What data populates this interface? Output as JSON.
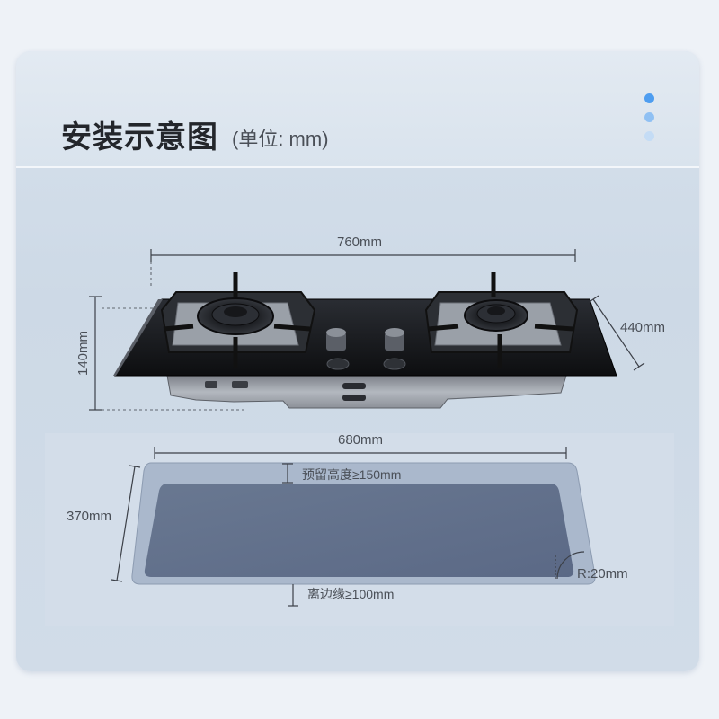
{
  "header": {
    "title": "安装示意图",
    "unit": "(单位: mm)"
  },
  "pagination": {
    "dots": 3,
    "active_index": 0
  },
  "hob_dimensions": {
    "width": "760mm",
    "depth": "440mm",
    "height": "140mm"
  },
  "cutout_dimensions": {
    "width": "680mm",
    "depth": "370mm",
    "reserved_height": "预留高度≥150mm",
    "edge_distance": "离边缘≥100mm",
    "corner_radius": "R:20mm"
  },
  "colors": {
    "background": "#eef2f7",
    "card": "#d1dce8",
    "cutout": "#63728e",
    "glass": "#17191d",
    "steel": "#9ea3ab",
    "accent_dot": "#4e9df0"
  }
}
